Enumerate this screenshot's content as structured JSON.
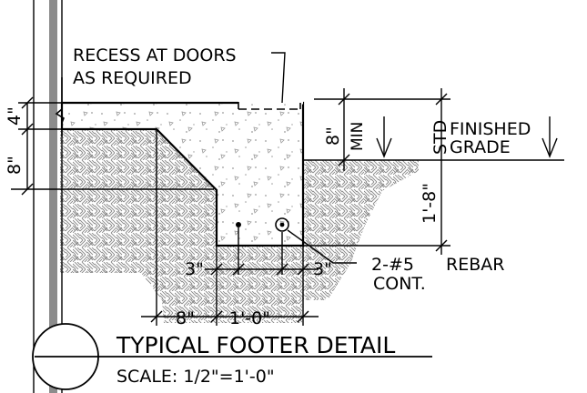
{
  "notes": {
    "recess_line1": "RECESS AT DOORS",
    "recess_line2": "AS REQUIRED",
    "finished_grade_line1": "FINISHED",
    "finished_grade_line2": "GRADE",
    "std": "STD",
    "rebar_line1": "2-#5",
    "rebar_word": "REBAR",
    "rebar_line2": "CONT."
  },
  "dimensions": {
    "slab_thickness": "4\"",
    "left_depth": "8\"",
    "min_depth": "8\"",
    "min_label": "MIN",
    "total_depth": "1'-8\"",
    "left_cover": "3\"",
    "right_cover": "3\"",
    "footing_offset": "8\"",
    "footing_width": "1'-0\""
  },
  "title": {
    "text": "TYPICAL FOOTER DETAIL",
    "scale": "SCALE: 1/2\"=1'-0\""
  },
  "colors": {
    "ink": "#000000",
    "hatch": "#8a8a8a",
    "wall": "#8c8c8c"
  }
}
